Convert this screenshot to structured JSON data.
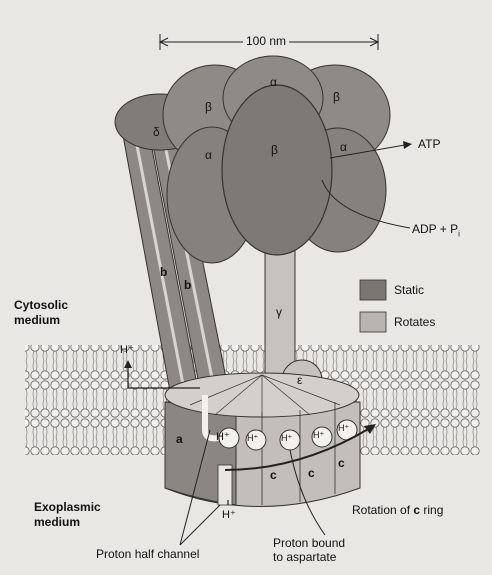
{
  "scale_label": "100 nm",
  "subunits": {
    "alpha": "α",
    "beta": "β",
    "delta": "δ",
    "gamma": "γ",
    "epsilon": "ε",
    "b": "b",
    "a": "a",
    "c": "c"
  },
  "products": {
    "atp": "ATP",
    "adp_pi": "ADP + P",
    "pi_sub": "i"
  },
  "regions": {
    "cytosolic": "Cytosolic\nmedium",
    "exoplasmic": "Exoplasmic\nmedium"
  },
  "legend": [
    {
      "label": "Static",
      "color": "#7a7772"
    },
    {
      "label": "Rotates",
      "color": "#b8b5b0"
    }
  ],
  "ions": {
    "proton": "H⁺",
    "proton_plain": "H"
  },
  "callouts": {
    "half_channel": "Proton half channel",
    "bound_aspartate": "Proton bound\nto aspartate",
    "rotation": "Rotation of c ring",
    "rotation_prefix": "Rotation of ",
    "rotation_c": "c",
    "rotation_suffix": " ring"
  }
}
